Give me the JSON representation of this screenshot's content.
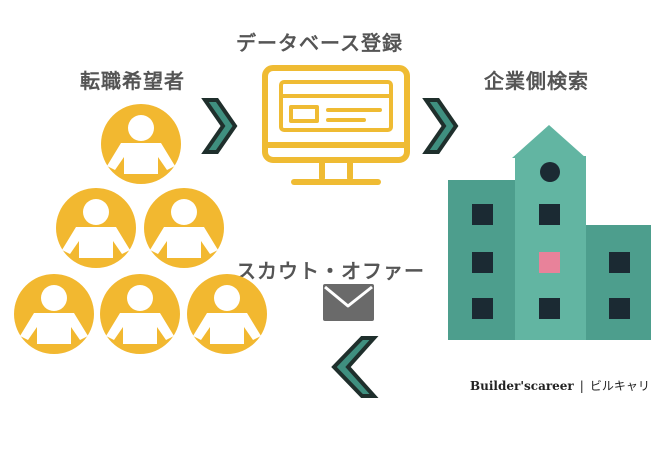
{
  "labels": {
    "job_seekers": "転職希望者",
    "database": "データベース登録",
    "company_search": "企業側検索",
    "scout_offer": "スカウト・オファー"
  },
  "credit": {
    "brand": "Builder'scareer",
    "separator": "|",
    "kana": "ビルキャリ"
  },
  "colors": {
    "person_circle": "#f2b830",
    "monitor": "#efbb33",
    "arrow_fill": "#3f8f7f",
    "arrow_outline": "#1f2f2c",
    "building_main": "#62b5a2",
    "building_side": "#4d9e8d",
    "window": "#1b2a33",
    "window_accent": "#e8829a",
    "envelope": "#6a6a6a",
    "label_text": "#555555"
  },
  "icons": {
    "person": "person-icon",
    "monitor": "monitor-icon",
    "building": "building-icon",
    "envelope": "envelope-icon",
    "chevron": "chevron-right-icon"
  }
}
